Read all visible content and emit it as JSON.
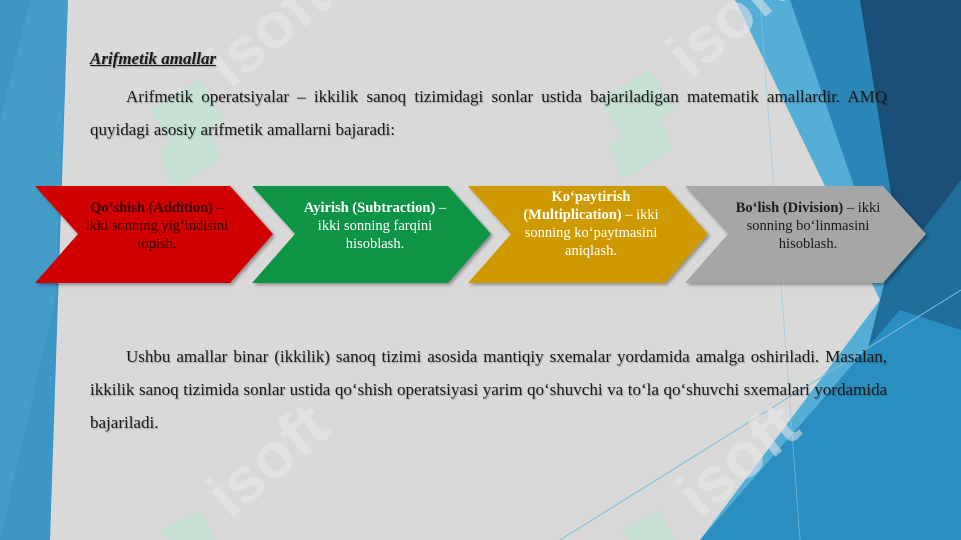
{
  "heading": "Arifmetik amallar",
  "intro": "Arifmetik operatsiyalar – ikkilik sanoq tizimidagi sonlar ustida bajariladigan matematik amallardir. AMQ quyidagi asosiy arifmetik amallarni bajaradi:",
  "steps": [
    {
      "title": "Qo‘shish (Addition)",
      "desc": " – ikki sonning yig‘indisini topish.",
      "color": "#d10000"
    },
    {
      "title": "Ayirish (Subtraction)",
      "desc": " – ikki sonning farqini hisoblash.",
      "color": "#0a9444"
    },
    {
      "title": "Ko‘paytirish (Multiplication)",
      "desc": " – ikki sonning ko‘paytmasini aniqlash.",
      "color": "#cf9a00"
    },
    {
      "title": "Bo‘lish (Division)",
      "desc": " – ikki sonning bo‘linmasini hisoblash.",
      "color": "#a6a6a6"
    }
  ],
  "outro": "Ushbu amallar binar (ikkilik) sanoq tizimi asosida mantiqiy sxemalar yordamida amalga oshiriladi. Masalan, ikkilik sanoq tizimida sonlar ustida qo‘shish operatsiyasi yarim qo‘shuvchi va to‘la qo‘shuvchi sxemalari yordamida bajariladi.",
  "watermark": "isoft",
  "theme": {
    "accent_blue": "#1f79a8",
    "dark_blue": "#1b4f78",
    "watermark_green": "#b8ead0"
  }
}
